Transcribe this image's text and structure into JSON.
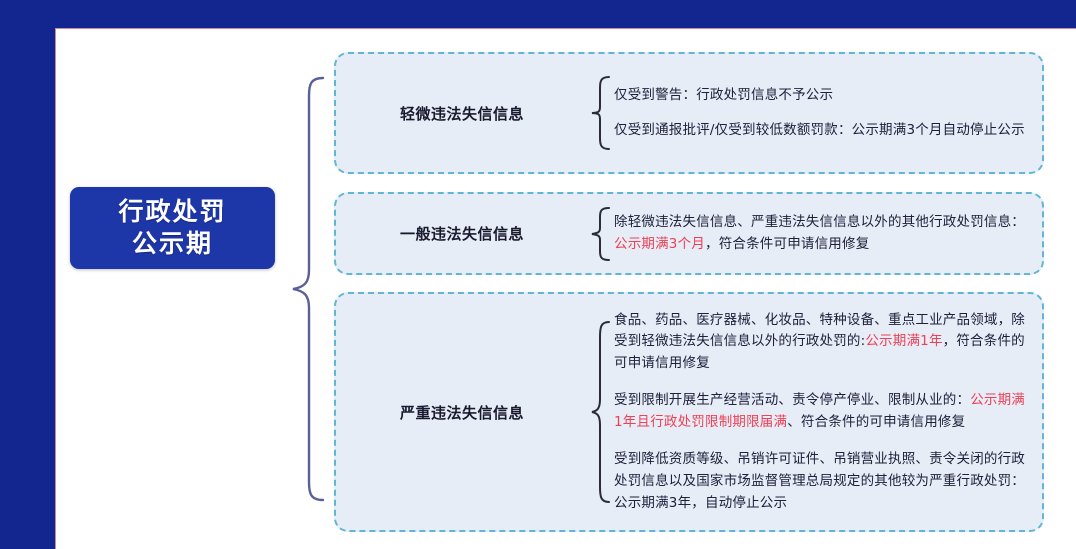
{
  "diagram": {
    "title_lines": [
      "行政处罚",
      "公示期"
    ],
    "accent_color": "#1d36a8",
    "frame_color": "#13268f",
    "box_fill": "#e6edf7",
    "box_border": "#5fb7d4",
    "highlight_color": "#ef4055",
    "sections": [
      {
        "label": "轻微违法失信信息",
        "items": [
          [
            {
              "text": "仅受到警告：行政处罚信息不予公示",
              "highlight": false
            }
          ],
          [
            {
              "text": "仅受到通报批评/仅受到较低数额罚款：公示期满3个月自动停止公示",
              "highlight": false
            }
          ]
        ]
      },
      {
        "label": "一般违法失信信息",
        "items": [
          [
            {
              "text": "除轻微违法失信信息、严重违法失信信息以外的其他行政处罚信息：",
              "highlight": false
            },
            {
              "text": "公示期满3个月",
              "highlight": true
            },
            {
              "text": "，符合条件可申请信用修复",
              "highlight": false
            }
          ]
        ]
      },
      {
        "label": "严重违法失信信息",
        "items": [
          [
            {
              "text": "食品、药品、医疗器械、化妆品、特种设备、重点工业产品领域，除受到轻微违法失信信息以外的行政处罚的:",
              "highlight": false
            },
            {
              "text": "公示期满1年",
              "highlight": true
            },
            {
              "text": "，符合条件的可申请信用修复",
              "highlight": false
            }
          ],
          [
            {
              "text": "受到限制开展生产经营活动、责令停产停业、限制从业的：",
              "highlight": false
            },
            {
              "text": "公示期满1年且行政处罚限制期限届满",
              "highlight": true
            },
            {
              "text": "、符合条件的可申请信用修复",
              "highlight": false
            }
          ],
          [
            {
              "text": "受到降低资质等级、吊销许可证件、吊销营业执照、责令关闭的行政处罚信息以及国家市场监督管理总局规定的其他较为严重行政处罚：公示期满3年，自动停止公示",
              "highlight": false
            }
          ]
        ]
      }
    ]
  }
}
